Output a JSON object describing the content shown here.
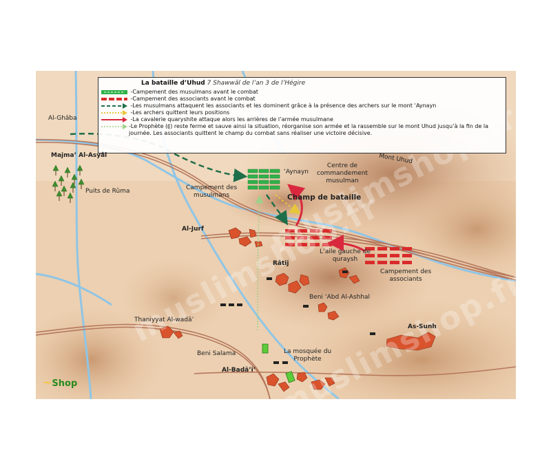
{
  "legend": {
    "title": "La bataille d’Uhud",
    "subtitle": "7 Shawwâl de l’an 3 de l’Hégire",
    "items": [
      {
        "symbol": "green-camp",
        "text": "-Campement des musulmans avant le combat"
      },
      {
        "symbol": "red-camp",
        "text": "-Campement des  associants avant le combat"
      },
      {
        "symbol": "green-arrow",
        "text": "-Les musulmans attaquent les associants et les dominent grâce à la présence des archers sur le mont ‘Aynayn"
      },
      {
        "symbol": "yellow-arrow",
        "text": "-Les archers quittent leurs positions"
      },
      {
        "symbol": "red-arrow",
        "text": "-La cavalerie quaryshite attaque alors les arrières de l’armée musulmane"
      },
      {
        "symbol": "light-green-arrow",
        "text": "-Le Prophète (⸨) reste ferme et sauve ainsi la situation, réorganise son armée et la rassemble sur le mont Uhud jusqu’à la fin de la journée. Les associants quittent le champ du combat sans réaliser une victoire décisive."
      }
    ]
  },
  "places": {
    "al_ghaba": "Al-Ghâba",
    "majma": "Majma’ Al-Asyâl",
    "puits": "Puits de Rûma",
    "camp_muslims": "Campement des\nmusulmans",
    "aynayn": "‘Aynayn",
    "centre": "Centre de\ncommandement\nmusulman",
    "mont_uhud": "Mont Uhud",
    "champ": "Champ de bataille",
    "al_jurf": "Al-Jurf",
    "aile": "L’aile gauche de\nquraysh",
    "ratij": "Râtij",
    "camp_assoc": "Campement des\nassociants",
    "beni_abd": "Beni ‘Abd Al-Ashhal",
    "thaniyyat": "Thaniyyat Al-wadâ’",
    "as_sunh": "As-Sunh",
    "beni_salama": "Beni Salama",
    "mosquee": "La mosquée du\nProphète",
    "al_bada": "Al-Badâ’i’"
  },
  "watermark": "muslimshop.fr",
  "logo": "Shop",
  "colors": {
    "terrain": "#e9c6a3",
    "river": "#8fc5e6",
    "muslim_camp": "#2fb24a",
    "assoc_camp": "#d92b2b",
    "muslim_arrow": "#1f6e4a",
    "archer_arrow": "#e7c63c",
    "cavalry_arrow": "#d9283e",
    "prophet_arrow": "#9fd08a",
    "village": "#d9532d"
  }
}
